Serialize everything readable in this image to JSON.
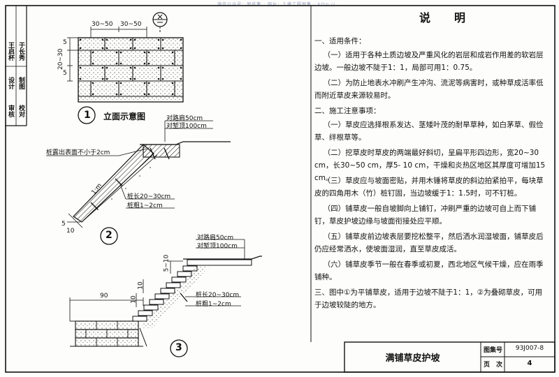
{
  "watermark": "微信公众号：图纸集 · 网址：土建工程图集 · http://...",
  "side_panel": {
    "cells": [
      {
        "text": "审核"
      },
      {
        "text": "王启杯"
      },
      {
        "text": "校对"
      },
      {
        "text": "于长秀"
      },
      {
        "text": "设计"
      },
      {
        "text": "制图"
      }
    ]
  },
  "figure1": {
    "number": "1",
    "title": "立面示意图",
    "dim_top": "30~50",
    "dim_top2": "30~50",
    "dim_left_top": "5",
    "dim_left_mid": "20~30",
    "dim_left_bot": "5"
  },
  "figure2": {
    "number": "2",
    "label_top1": "对路肩50cm",
    "label_top2": "对堑顶100cm",
    "label_stake": "桩露出表面不小于2cm",
    "label_slope": "1:m",
    "label_len": "桩长20~30cm",
    "label_dia": "桩粗1~2cm",
    "dim_5": "5",
    "dim_10": "10"
  },
  "figure3": {
    "number": "3",
    "label_top1": "对路肩50cm",
    "label_top2": "对堑顶100cm",
    "dim_5_10": "5~10",
    "dim_10a": "10",
    "dim_10b": "10",
    "dim_90": "90",
    "label_len": "桩长20~30cm",
    "label_dia": "桩粗1~2cm"
  },
  "notes": {
    "title": "说明",
    "paragraphs": [
      "一、适用条件：",
      "（一）适用于各种土质边坡及严重风化的岩层和成岩作用差的软岩层边坡。一般边坡不陡于1：1，局部可用1：0.75。",
      "（二）为防止地表水冲刷产生冲沟、流泥等病害时，或种草成活率低而附近草皮来源较易时。",
      "二、施工注意事项：",
      "（一）草皮应选择根系发达、茎矮叶茂的耐旱草种，如白茅草、假俭草、绊根草等。",
      "（二）挖草皮时草皮的两端最好斜切，呈扁平形四边形，宽20~30 cm，长30~50 cm，厚5- 10 cm，干燥和炎热区地区其厚度可增加15 cm。",
      "（三）草皮应与坡面密贴，并用木锤将草皮的斜边拍紧拍平，每块草皮的四角用木（竹）桩钉固，当边坡缓于1：1.5时，可不钉桩。",
      "（四）铺草皮一般自坡脚向上铺钉，冲刷严重的边坡可自上而下铺钉，草皮护坡边缘与坡面衔接处应平顺。",
      "（五）铺草皮前边坡表层要挖松整平，然后洒水润湿坡面，铺草皮后仍应经常洒水，使坡面湿润，直至草皮成活。",
      "（六）铺草皮季节一般在春季或初夏，西北地区气候干燥，应在雨季铺种。",
      "三、图中①为平铺草皮，适用于边坡不陡于1：1，②为叠砌草皮，可用于边坡较陡的地方。"
    ]
  },
  "title_block": {
    "name": "满铺草皮护坡",
    "atlas_label": "图集号",
    "atlas_value": "93J007-8",
    "page_label": "页　次",
    "page_value": "4"
  }
}
